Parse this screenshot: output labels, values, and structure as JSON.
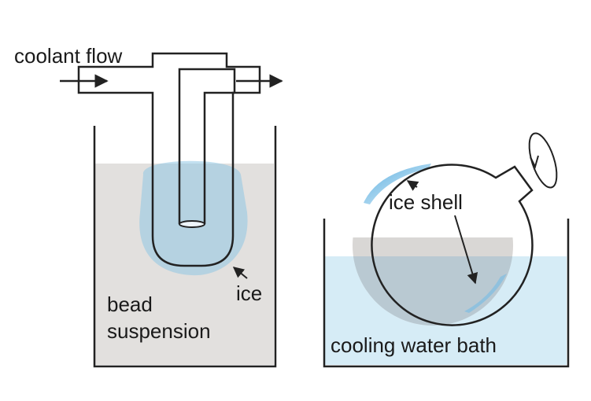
{
  "left_panel": {
    "coolant_label": "coolant flow",
    "ice_label": "ice",
    "suspension_label_line1": "bead",
    "suspension_label_line2": "suspension"
  },
  "right_panel": {
    "ice_shell_label": "ice shell",
    "bath_label": "cooling water bath"
  },
  "colors": {
    "suspension_fill": "#e2e0de",
    "ice_fill": "#8fc7e4",
    "water_fill": "#d6ecf6",
    "line": "#222222",
    "ice_shell_highlight": "#4aa6dd"
  },
  "icons": [
    "coolant-in-arrow",
    "coolant-out-arrow",
    "rotation-arrow-icon",
    "ice-pointer-arrow",
    "ice-shell-pointer-arrows"
  ]
}
